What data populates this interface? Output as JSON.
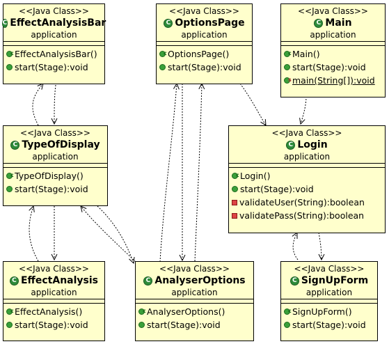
{
  "diagram": {
    "stereotype": "<<Java Class>>",
    "classes": {
      "effectAnalysisBar": {
        "name": "EffectAnalysisBar",
        "package": "application",
        "members": [
          "EffectAnalysisBar()",
          "start(Stage):void"
        ]
      },
      "optionsPage": {
        "name": "OptionsPage",
        "package": "application",
        "members": [
          "OptionsPage()",
          "start(Stage):void"
        ]
      },
      "main": {
        "name": "Main",
        "package": "application",
        "members": [
          "Main()",
          "start(Stage):void",
          "main(String[]):void"
        ]
      },
      "typeOfDisplay": {
        "name": "TypeOfDisplay",
        "package": "application",
        "members": [
          "TypeOfDisplay()",
          "start(Stage):void"
        ]
      },
      "login": {
        "name": "Login",
        "package": "application",
        "members": [
          "Login()",
          "start(Stage):void",
          "validateUser(String):boolean",
          "validatePass(String):boolean"
        ]
      },
      "effectAnalysis": {
        "name": "EffectAnalysis",
        "package": "application",
        "members": [
          "EffectAnalysis()",
          "start(Stage):void"
        ]
      },
      "analyserOptions": {
        "name": "AnalyserOptions",
        "package": "application",
        "members": [
          "AnalyserOptions()",
          "start(Stage):void"
        ]
      },
      "signUpForm": {
        "name": "SignUpForm",
        "package": "application",
        "members": [
          "SignUpForm()",
          "start(Stage):void"
        ]
      }
    },
    "colors": {
      "class_fill": "#ffffcc",
      "class_border": "#000000",
      "class_icon": "#2e8b3a",
      "public_icon": "#3aa03a",
      "private_icon": "#dd4444"
    }
  }
}
